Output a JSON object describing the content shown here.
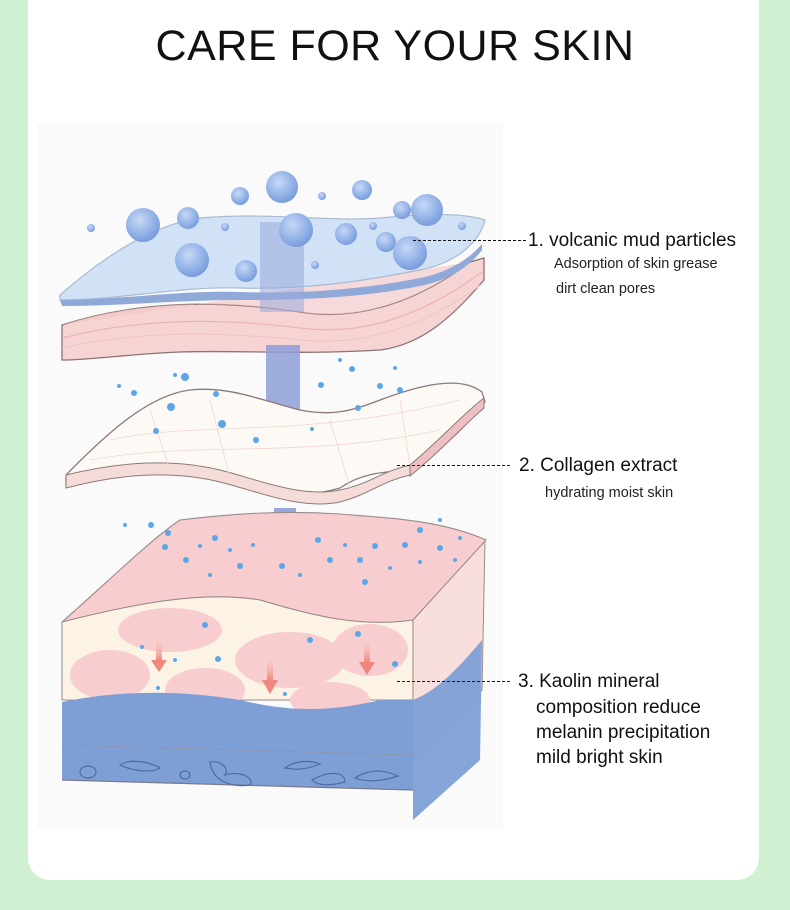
{
  "page": {
    "title": "CARE FOR YOUR SKIN",
    "colors": {
      "background": "#d0f0d2",
      "card": "#ffffff",
      "text": "#111111",
      "bubble_blue": "#8fb0e6",
      "skin_pink": "#f6cdd0",
      "deep_blue": "#7e9fd6",
      "arrow_violet": "#8e9ed8"
    }
  },
  "annotations": [
    {
      "number": "1.",
      "heading": "1. volcanic mud particles",
      "lines": [
        "Adsorption of skin grease",
        "dirt clean pores"
      ]
    },
    {
      "number": "2.",
      "heading": "2. Collagen extract",
      "lines": [
        "hydrating moist skin"
      ]
    },
    {
      "number": "3.",
      "heading": "3. Kaolin mineral",
      "lines": [
        "composition reduce",
        "melanin precipitation",
        "mild bright skin"
      ]
    }
  ],
  "illustration": {
    "layers": [
      "mud-bubble-layer",
      "epidermis-layer",
      "collagen-sheet",
      "skin-cross-section"
    ],
    "icons": [
      "bubble-icon",
      "down-arrow-icon"
    ]
  }
}
